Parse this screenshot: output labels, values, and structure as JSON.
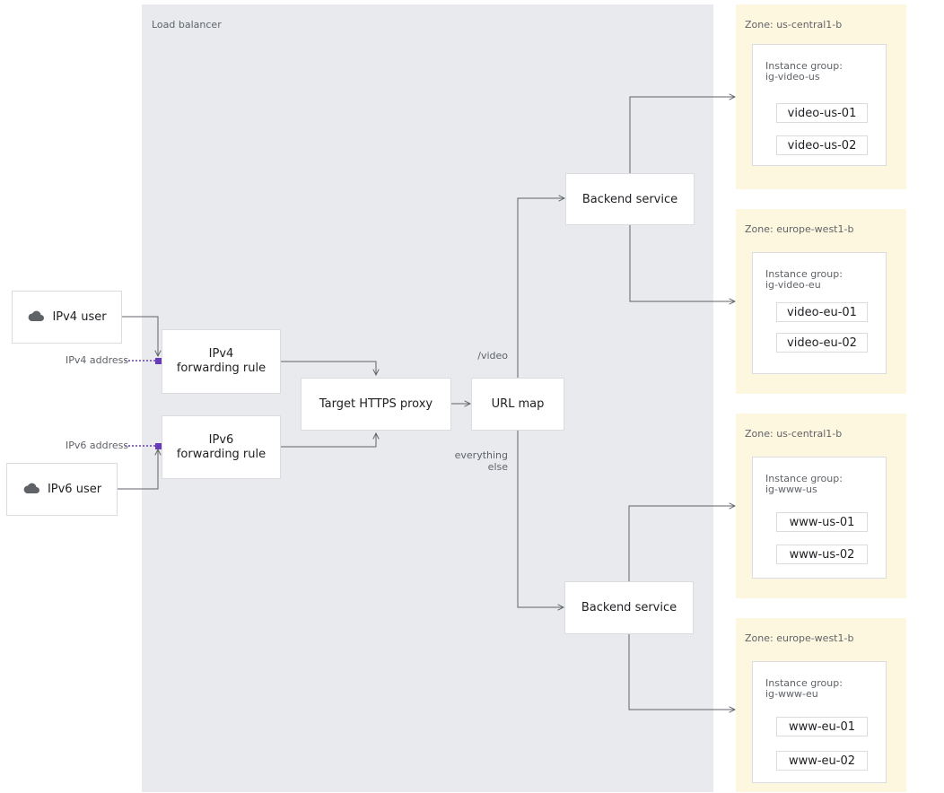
{
  "load_balancer_label": "Load balancer",
  "users": {
    "ipv4": "IPv4 user",
    "ipv6": "IPv6 user"
  },
  "addresses": {
    "ipv4": "IPv4 address",
    "ipv6": "IPv6 address"
  },
  "forwarding_rules": {
    "ipv4": {
      "line1": "IPv4",
      "line2": "forwarding rule"
    },
    "ipv6": {
      "line1": "IPv6",
      "line2": "forwarding rule"
    }
  },
  "proxy": "Target HTTPS proxy",
  "url_map": "URL map",
  "routes": {
    "video": "/video",
    "default_line1": "everything",
    "default_line2": "else"
  },
  "backend_services": [
    "Backend service",
    "Backend service"
  ],
  "zones": [
    {
      "label": "Zone: us-central1-b",
      "group_line1": "Instance group:",
      "group_line2": "ig-video-us",
      "instances": [
        "video-us-01",
        "video-us-02"
      ]
    },
    {
      "label": "Zone: europe-west1-b",
      "group_line1": "Instance group:",
      "group_line2": "ig-video-eu",
      "instances": [
        "video-eu-01",
        "video-eu-02"
      ]
    },
    {
      "label": "Zone: us-central1-b",
      "group_line1": "Instance group:",
      "group_line2": "ig-www-us",
      "instances": [
        "www-us-01",
        "www-us-02"
      ]
    },
    {
      "label": "Zone: europe-west1-b",
      "group_line1": "Instance group:",
      "group_line2": "ig-www-eu",
      "instances": [
        "www-eu-01",
        "www-eu-02"
      ]
    }
  ],
  "colors": {
    "load_balancer_bg": "#e8eaed",
    "zone_bg": "#fef7e0",
    "address_marker": "#673ab7",
    "connector": "#5f6368"
  },
  "icons": {
    "user": "cloud-icon"
  }
}
